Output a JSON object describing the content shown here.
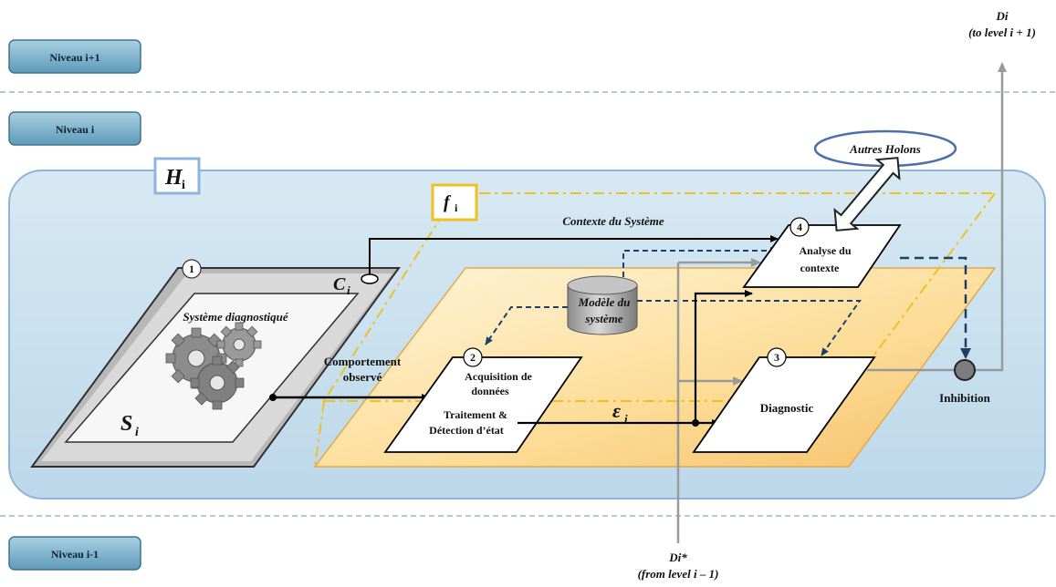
{
  "levels": {
    "upper": "Niveau i+1",
    "current": "Niveau i",
    "lower": "Niveau i-1"
  },
  "holon": {
    "label_main": "H",
    "label_sub": "i"
  },
  "function": {
    "label_main": "f",
    "label_sub": "i"
  },
  "system": {
    "number": "1",
    "title": "Système diagnostiqué",
    "s_main": "S",
    "s_sub": "i",
    "c_main": "C",
    "c_sub": "i"
  },
  "acquisition": {
    "number": "2",
    "line1": "Acquisition de",
    "line2": "données",
    "line3": "Traitement &",
    "line4": "Détection d’état"
  },
  "diagnostic": {
    "number": "3",
    "label": "Diagnostic"
  },
  "analysis": {
    "number": "4",
    "line1": "Analyse du",
    "line2": "contexte"
  },
  "model": {
    "line1": "Modèle du",
    "line2": "système"
  },
  "other_holons": "Autres Holons",
  "observed_behavior": {
    "line1": "Comportement",
    "line2": "observé"
  },
  "context_label": "Contexte du Système",
  "epsilon": {
    "main": "ε",
    "sub": "i"
  },
  "inhibition": "Inhibition",
  "output_top": {
    "line1": "Di",
    "line2": "(to level i + 1)"
  },
  "input_bottom": {
    "line1": "Di*",
    "line2": "(from level i – 1)"
  },
  "colors": {
    "holon_fill": "#cfe4f0",
    "holon_border": "#8fb4dc",
    "plane_fill": "#fbd98f",
    "function_border": "#f0c020",
    "level_button": "#7ab3cc",
    "grey_line": "#9a9a9a",
    "dash_blue": "#1f3f6b"
  }
}
